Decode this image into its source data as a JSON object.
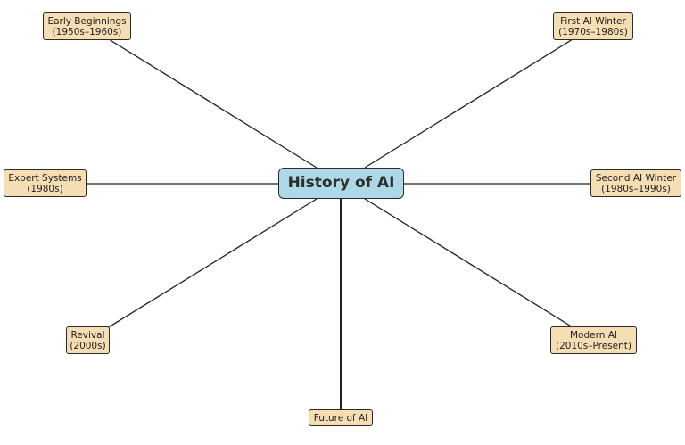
{
  "center": {
    "label": "History of AI",
    "fill": "#add8e6"
  },
  "nodes": [
    {
      "id": "early-beginnings",
      "line1": "Early Beginnings",
      "line2": "(1950s–1960s)"
    },
    {
      "id": "first-ai-winter",
      "line1": "First AI Winter",
      "line2": "(1970s–1980s)"
    },
    {
      "id": "expert-systems",
      "line1": "Expert Systems",
      "line2": "(1980s)"
    },
    {
      "id": "second-ai-winter",
      "line1": "Second AI Winter",
      "line2": "(1980s–1990s)"
    },
    {
      "id": "revival",
      "line1": "Revival",
      "line2": "(2000s)"
    },
    {
      "id": "modern-ai",
      "line1": "Modern AI",
      "line2": "(2010s–Present)"
    },
    {
      "id": "future-of-ai",
      "line1": "Future of AI",
      "line2": ""
    }
  ],
  "node_fill": "#f5deb3",
  "edge_color": "#222222"
}
